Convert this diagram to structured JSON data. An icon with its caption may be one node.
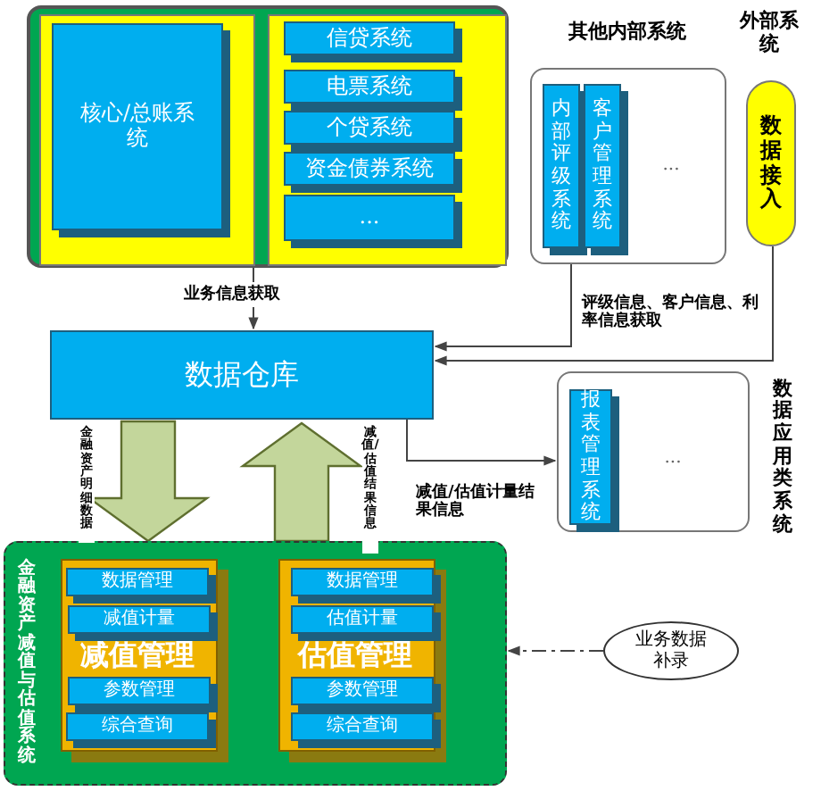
{
  "diagram": {
    "nodes": [
      {
        "text": [],
        "shape": "box"
      },
      {
        "text": [],
        "shape": "box",
        "in": 0
      },
      {
        "text": [
          "核心/总账系统"
        ],
        "in": 1
      },
      {
        "text": [],
        "shape": "box",
        "in": 0
      },
      {
        "text": [
          "信贷系统"
        ],
        "in": 3
      },
      {
        "text": [
          "电票系统"
        ],
        "in": 3
      },
      {
        "text": [
          "个贷系统"
        ],
        "in": 3
      },
      {
        "text": [
          "资金债券系统"
        ],
        "in": 3
      },
      {
        "text": [
          "..."
        ],
        "in": 3
      },
      {
        "text": [
          "其他内部系统",
          "..."
        ]
      },
      {
        "text": [
          "内部评级系统"
        ],
        "in": 9
      },
      {
        "text": [
          "客户管理系统"
        ],
        "in": 9
      },
      {
        "text": [
          "外部系统",
          "数据接入"
        ]
      },
      {
        "text": [
          "数据仓库"
        ]
      },
      {
        "text": [
          "...",
          "数据应用类系统"
        ]
      },
      {
        "text": [
          "报表管理系统"
        ],
        "in": 14
      },
      {
        "text": [
          "金融资产减值与估值系统"
        ]
      },
      {
        "text": [
          "减值管理"
        ],
        "in": 16
      },
      {
        "text": [
          "数据管理"
        ],
        "in": 17
      },
      {
        "text": [
          "减值计量"
        ],
        "in": 17
      },
      {
        "text": [
          "参数管理"
        ],
        "in": 17
      },
      {
        "text": [
          "综合查询"
        ],
        "in": 17
      },
      {
        "text": [
          "估值管理"
        ],
        "in": 16
      },
      {
        "text": [
          "数据管理"
        ],
        "in": 22
      },
      {
        "text": [
          "估值计量"
        ],
        "in": 22
      },
      {
        "text": [
          "参数管理"
        ],
        "in": 22
      },
      {
        "text": [
          "综合查询"
        ],
        "in": 22
      },
      {
        "text": [
          "业务数据补录"
        ]
      }
    ],
    "edges": [
      {
        "from": 0,
        "to": 13,
        "arrow": "to",
        "label": "业务信息获取"
      },
      {
        "from": 9,
        "to": 13,
        "arrow": "to",
        "label": "评级信息、客户信息、利率信息获取"
      },
      {
        "from": 12,
        "to": 13,
        "arrow": "to"
      },
      {
        "from": 13,
        "to": 14,
        "arrow": "to",
        "label": "减值/估值计量结果信息"
      },
      {
        "from": 13,
        "to": 16,
        "arrow": "to",
        "label": "金融资产明细数据",
        "style": "thick"
      },
      {
        "from": 16,
        "to": 13,
        "arrow": "to",
        "label": "减值/估值结果信息",
        "style": "thick"
      },
      {
        "from": 27,
        "to": 16,
        "arrow": "to",
        "style": "dashed"
      }
    ]
  }
}
